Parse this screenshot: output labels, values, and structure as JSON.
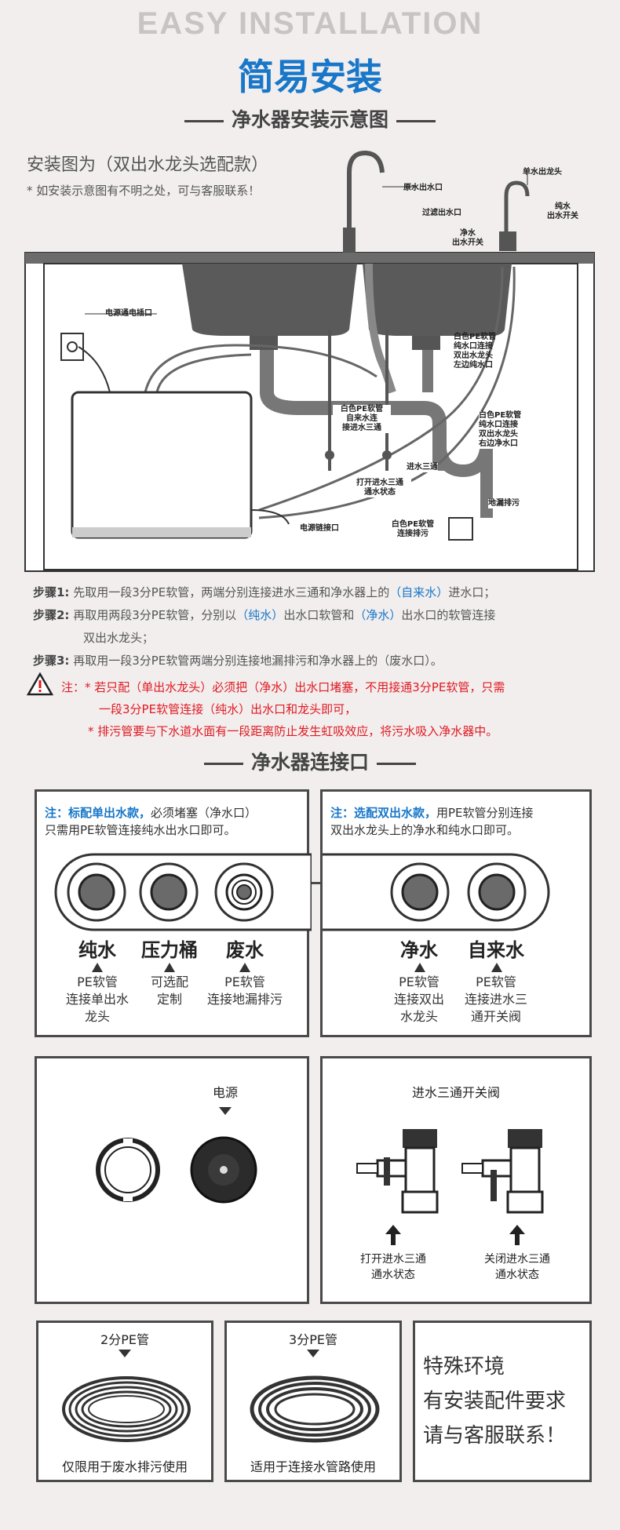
{
  "header": {
    "title_en": "EASY INSTALLATION",
    "title_cn": "简易安装",
    "subtitle": "净水器安装示意图"
  },
  "install": {
    "title": "安装图为（双出水龙头选配款）",
    "note": "* 如安装示意图有不明之处，可与客服联系！"
  },
  "diagram": {
    "labels": {
      "raw_water_outlet": "原水出水口",
      "single_faucet": "单水出龙头",
      "filter_outlet": "过滤出水口",
      "pure_switch_1": "纯水",
      "pure_switch_2": "出水开关",
      "clean_switch_1": "净水",
      "clean_switch_2": "出水开关",
      "power_socket": "电源通电插口",
      "white_pe_pure_1": "白色PE软管",
      "white_pe_pure_2": "纯水口连接",
      "white_pe_pure_3": "双出水龙头",
      "white_pe_pure_4": "左边纯水口",
      "white_pe_tap_1": "白色PE软管",
      "white_pe_tap_2": "自来水连",
      "white_pe_tap_3": "接进水三通",
      "white_pe_clean_1": "白色PE软管",
      "white_pe_clean_2": "纯水口连接",
      "white_pe_clean_3": "双出水龙头",
      "white_pe_clean_4": "右边净水口",
      "inlet_tee": "进水三通",
      "open_tee_1": "打开进水三通",
      "open_tee_2": "通水状态",
      "floor_drain": "地漏排污",
      "power_port": "电源链接口",
      "drain_pe_1": "白色PE软管",
      "drain_pe_2": "连接排污"
    }
  },
  "steps": [
    {
      "label": "步骤1:",
      "parts": [
        "先取用一段3分PE软管，两端分别连接进水三通和净水器上的",
        "（自来水）",
        "进水口；"
      ]
    },
    {
      "label": "步骤2:",
      "parts": [
        "再取用两段3分PE软管，分别以",
        "（纯水）",
        "出水口软管和",
        "（净水）",
        "出水口的软管连接",
        "双出水龙头；"
      ]
    },
    {
      "label": "步骤3:",
      "parts": [
        "再取用一段3分PE软管两端分别连接地漏排污和净水器上的（废水口）。"
      ]
    }
  ],
  "warning": {
    "prefix": "注：",
    "line1": "* 若只配（单出水龙头）必须把（净水）出水口堵塞，不用接通3分PE软管，只需",
    "line2": "一段3分PE软管连接（纯水）出水口和龙头即可，",
    "line3": "* 排污管要与下水道水面有一段距离防止发生虹吸效应，将污水吸入净水器中。"
  },
  "connect": {
    "title": "净水器连接口",
    "left": {
      "lead": "注：标配单出水款，",
      "text1": "必须堵塞（净水口）",
      "text2": "只需用PE软管连接纯水出水口即可。",
      "ports": [
        {
          "name": "纯水",
          "desc": [
            "PE软管",
            "连接单出水",
            "龙头"
          ]
        },
        {
          "name": "压力桶",
          "desc": [
            "可选配",
            "定制"
          ]
        },
        {
          "name": "废水",
          "desc": [
            "PE软管",
            "连接地漏排污"
          ]
        }
      ]
    },
    "right": {
      "lead": "注：选配双出水款，",
      "text1": "用PE软管分别连接",
      "text2": "双出水龙头上的净水和纯水口即可。",
      "ports": [
        {
          "name": "净水",
          "desc": [
            "PE软管",
            "连接双出",
            "水龙头"
          ]
        },
        {
          "name": "自来水",
          "desc": [
            "PE软管",
            "连接进水三",
            "通开关阀"
          ]
        }
      ]
    }
  },
  "power": {
    "label": "电源"
  },
  "valve": {
    "title": "进水三通开关阀",
    "open": [
      "打开进水三通",
      "通水状态"
    ],
    "close": [
      "关闭进水三通",
      "通水状态"
    ]
  },
  "tubes": [
    {
      "label": "2分PE管",
      "caption": "仅限用于废水排污使用"
    },
    {
      "label": "3分PE管",
      "caption": "适用于连接水管路使用"
    }
  ],
  "special": [
    "特殊环境",
    "有安装配件要求",
    "请与客服联系！"
  ],
  "colors": {
    "accent": "#1877c9",
    "warning": "#e01a22",
    "frame": "#4a4a4a"
  }
}
